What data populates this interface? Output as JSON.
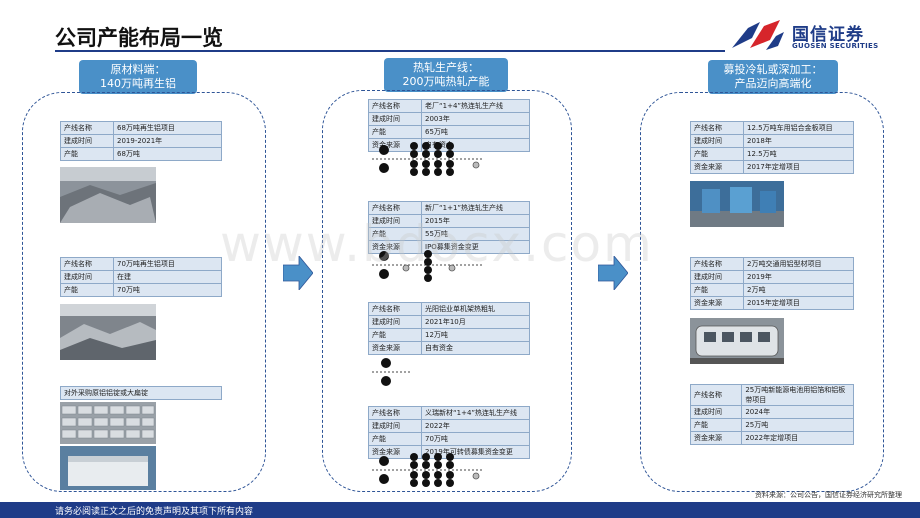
{
  "page": {
    "title": "公司产能布局一览",
    "footer": "请务必阅读正文之后的免责声明及其项下所有内容",
    "source": "资料来源：公司公告，国信证券经济研究所整理",
    "watermark": "www.bdocx.com"
  },
  "logo": {
    "name_cn": "国信证券",
    "name_en": "GUOSEN SECURITIES"
  },
  "sections": {
    "left": {
      "line1": "原材料端：",
      "line2": "140万吨再生铝"
    },
    "middle": {
      "line1": "热轧生产线：",
      "line2": "200万吨热轧产能"
    },
    "right": {
      "line1": "募投冷轧或深加工：",
      "line2": "产品迈向高端化"
    }
  },
  "left_tables": [
    {
      "rows": [
        [
          "产线名称",
          "68万吨再生铝项目"
        ],
        [
          "建成时间",
          "2019-2021年"
        ],
        [
          "产能",
          "68万吨"
        ]
      ]
    },
    {
      "rows": [
        [
          "产线名称",
          "70万吨再生铝项目"
        ],
        [
          "建成时间",
          "在建"
        ],
        [
          "产能",
          "70万吨"
        ]
      ]
    },
    {
      "label": "对外采购原铝铝锭或大扁锭"
    }
  ],
  "mid_tables": [
    {
      "rows": [
        [
          "产线名称",
          "老厂“1+4”热连轧生产线"
        ],
        [
          "建成时间",
          "2003年"
        ],
        [
          "产能",
          "65万吨"
        ],
        [
          "资金来源",
          "自有资金"
        ]
      ]
    },
    {
      "rows": [
        [
          "产线名称",
          "新厂“1+1”热连轧生产线"
        ],
        [
          "建成时间",
          "2015年"
        ],
        [
          "产能",
          "55万吨"
        ],
        [
          "资金来源",
          "IPO募集资金变更"
        ]
      ]
    },
    {
      "rows": [
        [
          "产线名称",
          "光阳铝业单机架热粗轧"
        ],
        [
          "建成时间",
          "2021年10月"
        ],
        [
          "产能",
          "12万吨"
        ],
        [
          "资金来源",
          "自有资金"
        ]
      ]
    },
    {
      "rows": [
        [
          "产线名称",
          "义瑞新材“1+4”热连轧生产线"
        ],
        [
          "建成时间",
          "2022年"
        ],
        [
          "产能",
          "70万吨"
        ],
        [
          "资金来源",
          "2019年可转债募集资金变更"
        ]
      ]
    }
  ],
  "right_tables": [
    {
      "rows": [
        [
          "产线名称",
          "12.5万吨车用铝合金板项目"
        ],
        [
          "建成时间",
          "2018年"
        ],
        [
          "产能",
          "12.5万吨"
        ],
        [
          "资金来源",
          "2017年定增项目"
        ]
      ]
    },
    {
      "rows": [
        [
          "产线名称",
          "2万吨交通用铝型材项目"
        ],
        [
          "建成时间",
          "2019年"
        ],
        [
          "产能",
          "2万吨"
        ],
        [
          "资金来源",
          "2015年定增项目"
        ]
      ]
    },
    {
      "rows": [
        [
          "产线名称",
          "25万吨新能源电池用铝箔和铝板带项目"
        ],
        [
          "建成时间",
          "2024年"
        ],
        [
          "产能",
          "25万吨"
        ],
        [
          "资金来源",
          "2022年定增项目"
        ]
      ]
    }
  ],
  "colors": {
    "brand": "#1f3c88",
    "header_fill": "#4a90c8",
    "table_fill": "#dce6f2",
    "logo_red": "#d6252b"
  }
}
